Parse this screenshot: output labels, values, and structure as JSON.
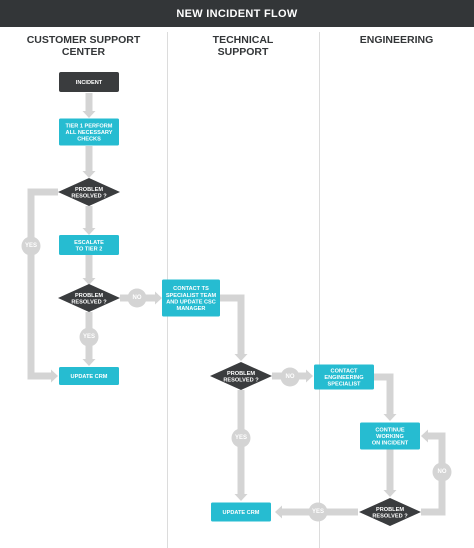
{
  "title": "NEW INCIDENT FLOW",
  "lanes": [
    {
      "name": "CUSTOMER SUPPORT\nCENTER"
    },
    {
      "name": "TECHNICAL\nSUPPORT"
    },
    {
      "name": "ENGINEERING"
    }
  ],
  "colors": {
    "header": "#333638",
    "process": "#26bcd1",
    "decision": "#3a3c3e",
    "start": "#3a3c3e",
    "connector": "#d4d4d4",
    "badge": "#d4d4d4",
    "divider": "#dcdcdc"
  },
  "nodes": {
    "incident": {
      "type": "start",
      "lines": [
        "INCIDENT"
      ]
    },
    "tier1": {
      "type": "process",
      "lines": [
        "TIER 1 PERFORM",
        "ALL NECESSARY",
        "CHECKS"
      ]
    },
    "d1": {
      "type": "decision",
      "lines": [
        "PROBLEM",
        "RESOLVED ?"
      ]
    },
    "escalate": {
      "type": "process",
      "lines": [
        "ESCALATE",
        "TO TIER 2"
      ]
    },
    "d2": {
      "type": "decision",
      "lines": [
        "PROBLEM",
        "RESOLVED ?"
      ]
    },
    "crm1": {
      "type": "process",
      "lines": [
        "UPDATE CRM"
      ]
    },
    "contact_ts": {
      "type": "process",
      "lines": [
        "CONTACT TS",
        "SPECIALIST TEAM",
        "AND UPDATE CSC",
        "MANAGER"
      ]
    },
    "d3": {
      "type": "decision",
      "lines": [
        "PROBLEM",
        "RESOLVED ?"
      ]
    },
    "crm2": {
      "type": "process",
      "lines": [
        "UPDATE CRM"
      ]
    },
    "contact_eng": {
      "type": "process",
      "lines": [
        "CONTACT",
        "ENGINEERING",
        "SPECIALIST"
      ]
    },
    "continue": {
      "type": "process",
      "lines": [
        "CONTINUE",
        "WORKING",
        "ON INCIDENT"
      ]
    },
    "d4": {
      "type": "decision",
      "lines": [
        "PROBLEM",
        "RESOLVED ?"
      ]
    }
  },
  "badges": {
    "yes1": "YES",
    "no2": "NO",
    "yes2": "YES",
    "no3": "NO",
    "yes3": "YES",
    "no4": "NO",
    "yes4": "YES"
  }
}
